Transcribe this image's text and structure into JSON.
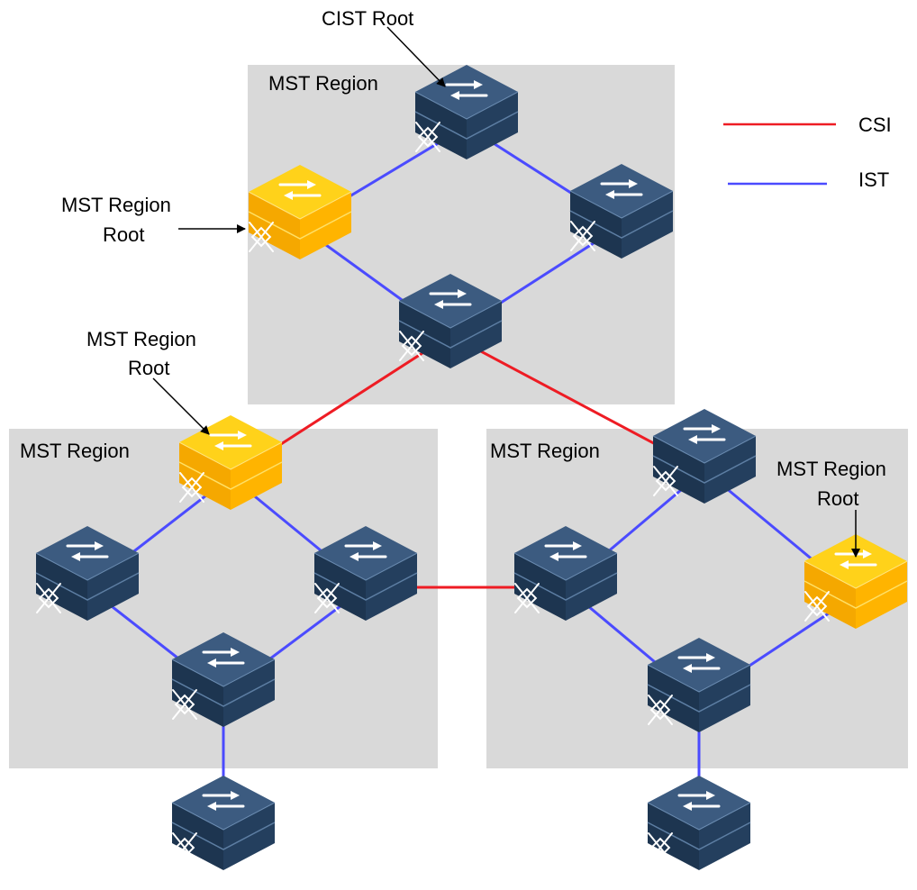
{
  "colors": {
    "csi": "#ee1c24",
    "ist": "#4b4bff",
    "region_fill": "#d9d9d9",
    "root_switch": "#ffc400",
    "normal_switch": "#2f4a6b"
  },
  "legend": {
    "csi_label": "CSI",
    "ist_label": "IST"
  },
  "annotations": {
    "cist_root": "CIST Root",
    "top_region_root_line1": "MST Region",
    "top_region_root_line2": "Root",
    "left_region_root_line1": "MST Region",
    "left_region_root_line2": "Root",
    "right_region_root_line1": "MST Region",
    "right_region_root_line2": "Root"
  },
  "regions": [
    {
      "id": "top",
      "label": "MST Region"
    },
    {
      "id": "left",
      "label": "MST Region"
    },
    {
      "id": "right",
      "label": "MST Region"
    }
  ],
  "switches": [
    {
      "id": "top-n",
      "role": "cist-root",
      "icon": "switch-icon"
    },
    {
      "id": "top-w",
      "role": "region-root",
      "icon": "switch-icon"
    },
    {
      "id": "top-e",
      "role": "switch",
      "icon": "switch-icon"
    },
    {
      "id": "top-s",
      "role": "switch",
      "icon": "switch-icon"
    },
    {
      "id": "left-n",
      "role": "region-root",
      "icon": "switch-icon"
    },
    {
      "id": "left-w",
      "role": "switch",
      "icon": "switch-icon"
    },
    {
      "id": "left-e",
      "role": "switch",
      "icon": "switch-icon"
    },
    {
      "id": "left-s",
      "role": "switch",
      "icon": "switch-icon"
    },
    {
      "id": "left-ext",
      "role": "switch",
      "icon": "switch-icon"
    },
    {
      "id": "right-n",
      "role": "switch",
      "icon": "switch-icon"
    },
    {
      "id": "right-w",
      "role": "switch",
      "icon": "switch-icon"
    },
    {
      "id": "right-e",
      "role": "region-root",
      "icon": "switch-icon"
    },
    {
      "id": "right-s",
      "role": "switch",
      "icon": "switch-icon"
    },
    {
      "id": "right-ext",
      "role": "switch",
      "icon": "switch-icon"
    }
  ],
  "links": [
    {
      "from": "top-n",
      "to": "top-w",
      "type": "IST"
    },
    {
      "from": "top-n",
      "to": "top-e",
      "type": "IST"
    },
    {
      "from": "top-w",
      "to": "top-s",
      "type": "IST"
    },
    {
      "from": "top-e",
      "to": "top-s",
      "type": "IST"
    },
    {
      "from": "left-n",
      "to": "left-w",
      "type": "IST"
    },
    {
      "from": "left-n",
      "to": "left-e",
      "type": "IST"
    },
    {
      "from": "left-w",
      "to": "left-s",
      "type": "IST"
    },
    {
      "from": "left-e",
      "to": "left-s",
      "type": "IST"
    },
    {
      "from": "left-s",
      "to": "left-ext",
      "type": "IST"
    },
    {
      "from": "right-n",
      "to": "right-w",
      "type": "IST"
    },
    {
      "from": "right-n",
      "to": "right-e",
      "type": "IST"
    },
    {
      "from": "right-w",
      "to": "right-s",
      "type": "IST"
    },
    {
      "from": "right-e",
      "to": "right-s",
      "type": "IST"
    },
    {
      "from": "right-s",
      "to": "right-ext",
      "type": "IST"
    },
    {
      "from": "top-s",
      "to": "left-n",
      "type": "CSI"
    },
    {
      "from": "top-s",
      "to": "right-n",
      "type": "CSI"
    },
    {
      "from": "left-e",
      "to": "right-w",
      "type": "CSI"
    }
  ]
}
